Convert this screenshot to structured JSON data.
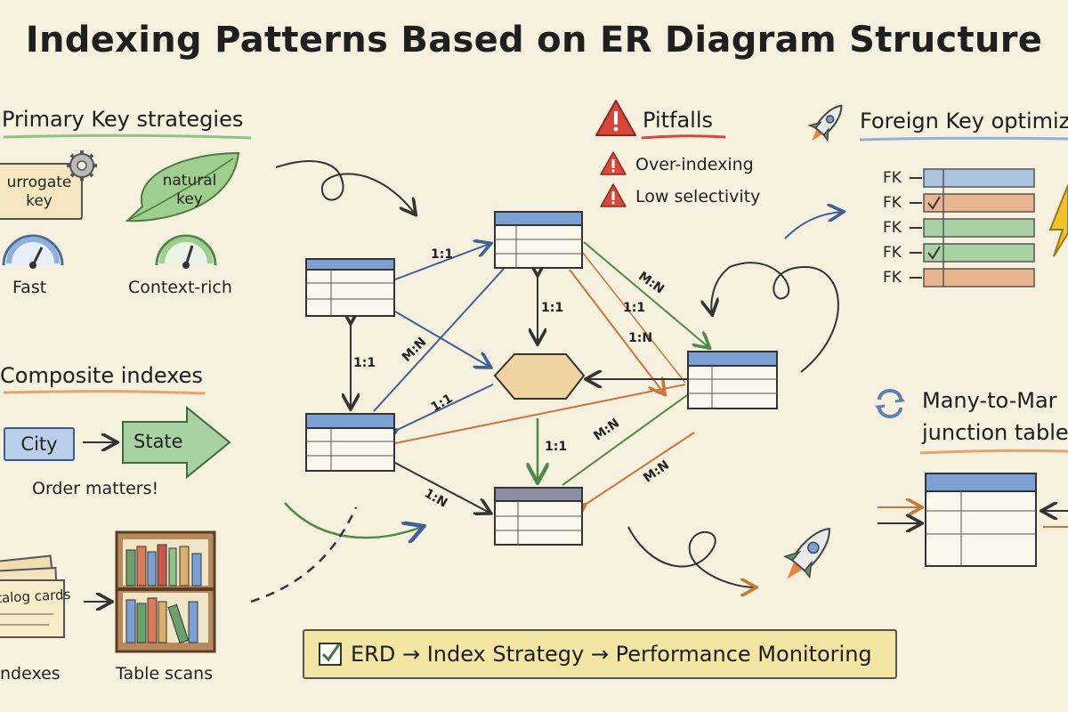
{
  "title": "Indexing Patterns Based on ER Diagram Structure",
  "primary_keys": {
    "heading": "Primary Key strategies",
    "surrogate": "urrogate\nkey",
    "natural": "natural\nkey",
    "fast": "Fast",
    "context": "Context-rich"
  },
  "composite": {
    "heading": "Composite indexes",
    "city": "City",
    "state": "State",
    "note": "Order matters!"
  },
  "bottom_left": {
    "cards_text": "talog cards",
    "indexes": "ndexes",
    "table_scans": "Table scans"
  },
  "pitfalls": {
    "heading": "Pitfalls",
    "items": [
      "Over-indexing",
      "Low selectivity"
    ]
  },
  "foreign_keys": {
    "heading": "Foreign Key optimiz",
    "rows": [
      "FK",
      "FK",
      "FK",
      "FK",
      "FK"
    ],
    "row_colors": [
      "#a9c3e2",
      "#e9b58e",
      "#a9d2a4",
      "#a9d2a4",
      "#e9b58e"
    ]
  },
  "many_to_many": {
    "heading_line1": "Many-to-Mar",
    "heading_line2": "junction table"
  },
  "relationships": {
    "r1": "1:1",
    "r2": "1:1",
    "r3": "1:1",
    "r4": "1:1",
    "r5": "1:1",
    "r6": "1:1",
    "r7": "M:N",
    "r8": "M:N",
    "r9": "M:N",
    "r10": "M:N",
    "r11": "1:N",
    "r12": "1:N"
  },
  "banner": "ERD → Index Strategy → Performance Monitoring",
  "colors": {
    "table_header_blue": "#7c9fd4",
    "table_header_gray": "#8b8fa3",
    "accent_green": "#5e9a5a",
    "accent_orange": "#d48a4c",
    "accent_blue": "#3f5f9a",
    "warning_red": "#d9463a"
  }
}
